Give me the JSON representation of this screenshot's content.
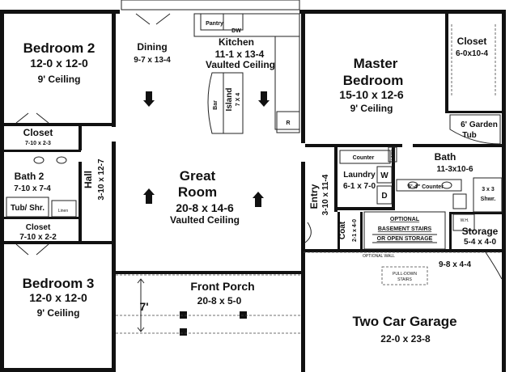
{
  "rooms": {
    "bedroom2": {
      "name": "Bedroom 2",
      "size": "12-0 x 12-0",
      "ceiling": "9' Ceiling"
    },
    "dining": {
      "name": "Dining",
      "size": "9-7 x 13-4"
    },
    "kitchen": {
      "name": "Kitchen",
      "size": "11-1 x 13-4",
      "ceiling": "Vaulted Ceiling"
    },
    "pantry": {
      "label": "Pantry"
    },
    "dw": {
      "label": "DW"
    },
    "island": {
      "name": "Island",
      "size": "7 X 4"
    },
    "bar": {
      "label": "Bar"
    },
    "range": {
      "label": "R"
    },
    "master": {
      "name_line1": "Master",
      "name_line2": "Bedroom",
      "size": "15-10 x 12-6",
      "ceiling": "9' Ceiling"
    },
    "closet_master": {
      "name": "Closet",
      "size": "6-0x10-4"
    },
    "garden_tub": {
      "line1": "6' Garden",
      "line2": "Tub"
    },
    "closet_bed2": {
      "name": "Closet",
      "size": "7-10 x 2-3"
    },
    "bath2": {
      "name": "Bath 2",
      "size": "7-10 x 7-4",
      "fixture": "Tub/ Shr.",
      "linen": "Linen"
    },
    "closet_bed3": {
      "name": "Closet",
      "size": "7-10 x 2-2"
    },
    "hall": {
      "name": "Hall",
      "size": "3-10 x 12-7"
    },
    "great_room": {
      "name_line1": "Great",
      "name_line2": "Room",
      "size": "20-8 x 14-6",
      "ceiling": "Vaulted Ceiling"
    },
    "entry": {
      "name": "Entry",
      "size": "3-10 x 11-4"
    },
    "laundry": {
      "name": "Laundry",
      "size": "6-1 x 7-0",
      "counter": "Counter",
      "washer": "W",
      "dryer": "D"
    },
    "linen_master": {
      "label": "LINEN"
    },
    "bath_master": {
      "name": "Bath",
      "size": "11-3x10-6",
      "counter": "5'-4\" Counter",
      "shower_size": "3 x 3",
      "shower": "Shwr."
    },
    "coat": {
      "name": "Coat",
      "size": "2-1 x 4-0"
    },
    "basement_note": {
      "line1": "OPTIONAL",
      "line2": "BASEMENT STAIRS",
      "line3": "OR OPEN STORAGE"
    },
    "wh": {
      "label": "W.H."
    },
    "storage": {
      "name": "Storage",
      "size": "5-4 x 4-0"
    },
    "optional_wall": {
      "label": "OPTIONAL WALL"
    },
    "porch_side_size": {
      "label": "9-8 x 4-4"
    },
    "pulldown": {
      "line1": "PULL-DOWN",
      "line2": "STAIRS"
    },
    "bedroom3": {
      "name": "Bedroom 3",
      "size": "12-0 x 12-0",
      "ceiling": "9' Ceiling"
    },
    "front_porch": {
      "name": "Front Porch",
      "size": "20-8 x 5-0",
      "depth": "7'"
    },
    "garage": {
      "name": "Two Car Garage",
      "size": "22-0 x 23-8"
    }
  },
  "colors": {
    "wall": "#111111",
    "line": "#222222",
    "background": "#ffffff"
  }
}
